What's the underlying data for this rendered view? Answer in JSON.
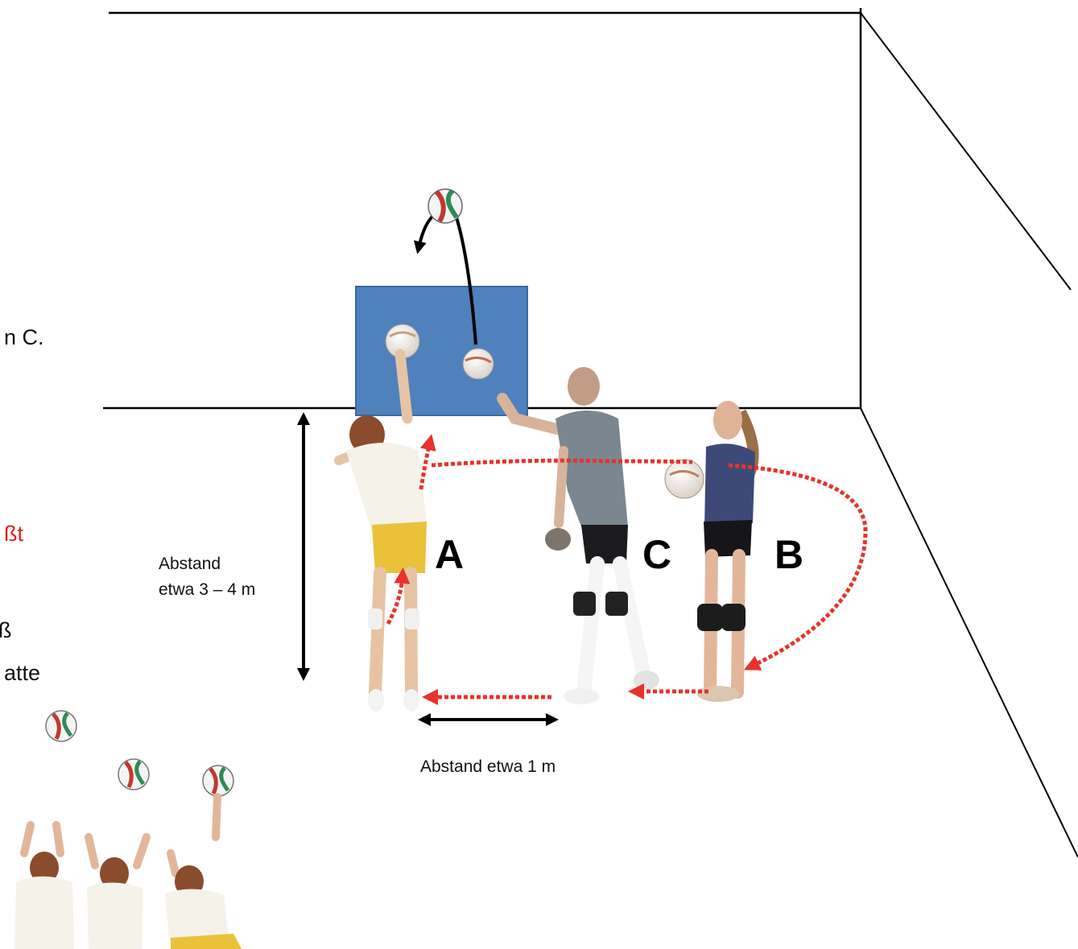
{
  "left_text_fragments": [
    "n C.",
    "ßt",
    "ß",
    "atte"
  ],
  "labels": {
    "player_a": "A",
    "player_c": "C",
    "player_b": "B",
    "distance_wall_line1": "Abstand",
    "distance_wall_line2": "etwa 3 – 4 m",
    "distance_players": "Abstand etwa 1 m"
  },
  "colors": {
    "wall_target": "#4f81bd",
    "movement_arrows": "#e8322b",
    "text_red": "#e0201c",
    "lines": "#000000"
  }
}
